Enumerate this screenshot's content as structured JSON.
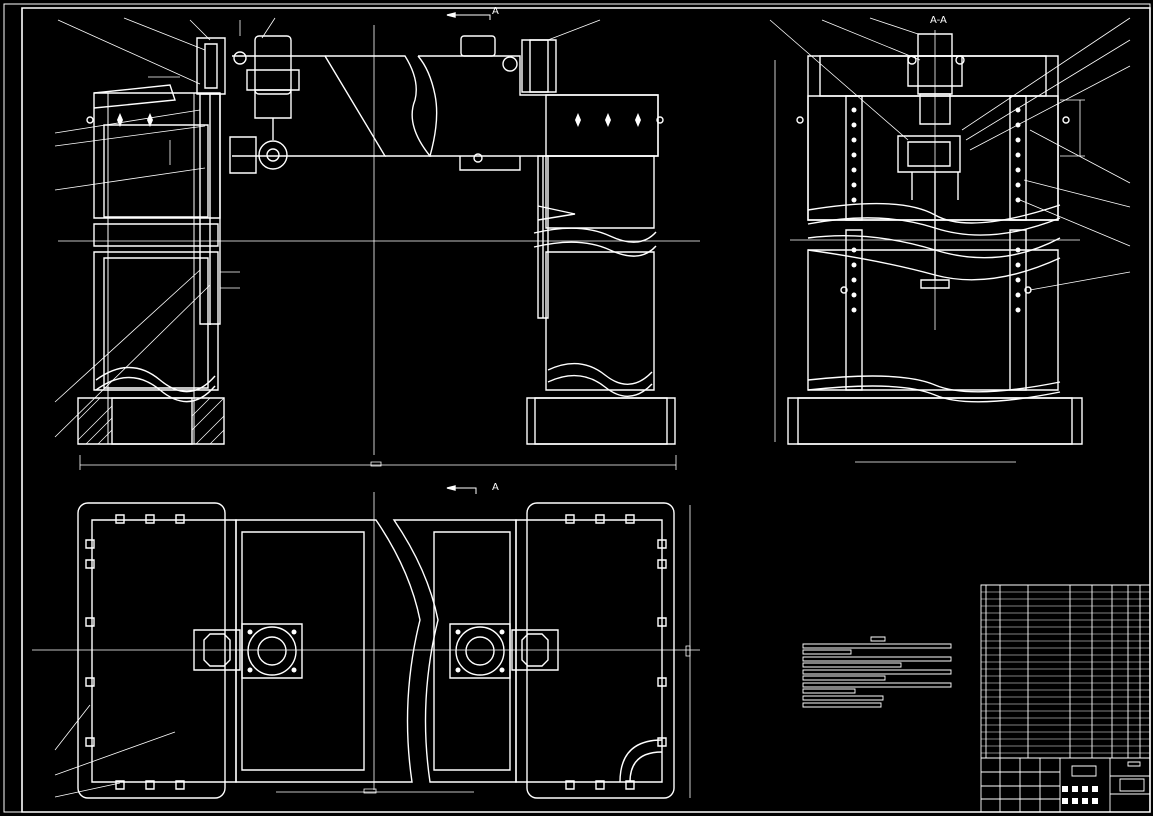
{
  "drawing": {
    "section_mark_top": "A",
    "section_mark_bottom": "A",
    "section_view_title": "A-A"
  },
  "colors": {
    "background": "#000000",
    "line": "#ffffff"
  }
}
